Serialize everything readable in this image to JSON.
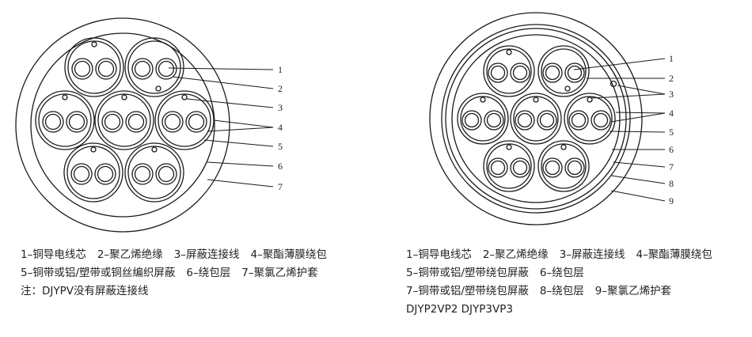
{
  "left": {
    "labels": [
      "1",
      "2",
      "3",
      "4",
      "5",
      "6",
      "7"
    ],
    "caption": [
      [
        "1–铜导电线芯",
        "2–聚乙烯绝缘",
        "3–屏蔽连接线",
        "4–聚酯薄膜绕包"
      ],
      [
        "5–铜带或铝/塑带或铜丝编织屏蔽",
        "6–绕包层",
        "7–聚氯乙烯护套"
      ],
      [
        "注：DJYPV没有屏蔽连接线"
      ]
    ]
  },
  "right": {
    "labels": [
      "1",
      "2",
      "3",
      "4",
      "5",
      "6",
      "7",
      "8",
      "9"
    ],
    "caption": [
      [
        "1–铜导电线芯",
        "2–聚乙烯绝缘",
        "3–屏蔽连接线",
        "4–聚酯薄膜绕包"
      ],
      [
        "5–铜带或铝/塑带绕包屏蔽",
        "6–绕包层"
      ],
      [
        "7–铜带或铝/塑带绕包屏蔽",
        "8–绕包层",
        "9–聚氯乙烯护套"
      ],
      [
        "DJYP2VP2  DJYP3VP3"
      ]
    ]
  },
  "colors": {
    "stroke": "#1a1a1a"
  }
}
